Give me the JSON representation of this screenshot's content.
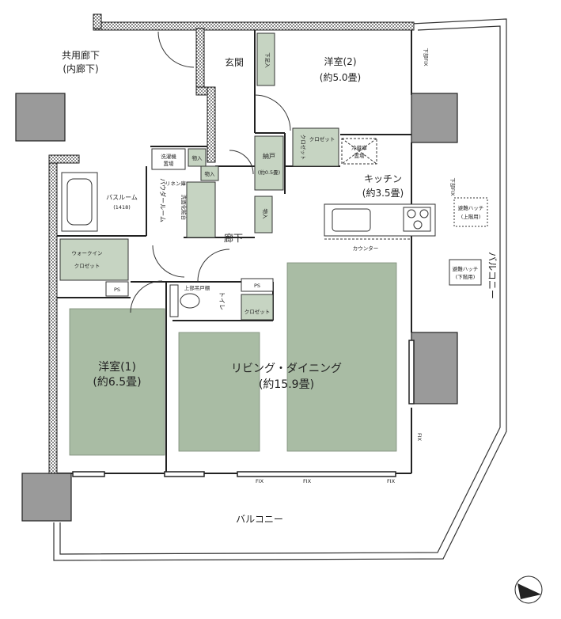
{
  "rooms": {
    "common_corridor": {
      "line1": "共用廊下",
      "line2": "(内廊下)"
    },
    "entrance": "玄関",
    "western2": {
      "name": "洋室(2)",
      "size": "(約5.0畳)"
    },
    "storage_closet": {
      "name": "納戸",
      "size": "(約0.5畳)"
    },
    "kitchen": {
      "name": "キッチン",
      "size": "(約3.5畳)"
    },
    "bathroom": {
      "name": "バスルーム",
      "size": "(1418)"
    },
    "powder_room": "パウダールーム",
    "hallway": "廊下",
    "walk_in": {
      "line1": "ウォークイン",
      "line2": "クロゼット"
    },
    "toilet": "トイレ",
    "western1": {
      "name": "洋室(1)",
      "size": "(約6.5畳)"
    },
    "living": {
      "name": "リビング・ダイニング",
      "size": "(約15.9畳)"
    },
    "balcony_right": "バルコニー",
    "balcony_bottom": "バルコニー"
  },
  "fixtures": {
    "shoe_box": "下足入",
    "closet": "クロゼット",
    "closet_vertical": "クロゼット",
    "closet_toilet": "クロゼット",
    "fridge": {
      "line1": "冷蔵庫",
      "line2": "置場"
    },
    "storage_a": "物入",
    "storage_b": "物入",
    "storage_c": "物入",
    "washer": {
      "line1": "洗濯機",
      "line2": "置場"
    },
    "linen": "リネン庫",
    "vanity": "洗面化粧台",
    "ps": "PS",
    "ps_toilet": "PS",
    "upper_cabinet": "上部吊戸棚",
    "counter": "カウンター",
    "hatch_upper": {
      "line1": "避難ハッチ",
      "line2": "(上階用)"
    },
    "hatch_lower": {
      "line1": "避難ハッチ",
      "line2": "(下階用)"
    }
  },
  "window_labels": {
    "fix": "FIX",
    "lower_fix": "下部FIX"
  },
  "compass": "north-arrow-icon",
  "colors": {
    "room_fill": "#a9bca4",
    "closet_fill": "#c6d4c2",
    "wall": "#2b2b2b",
    "column": "#9a9a9a"
  }
}
